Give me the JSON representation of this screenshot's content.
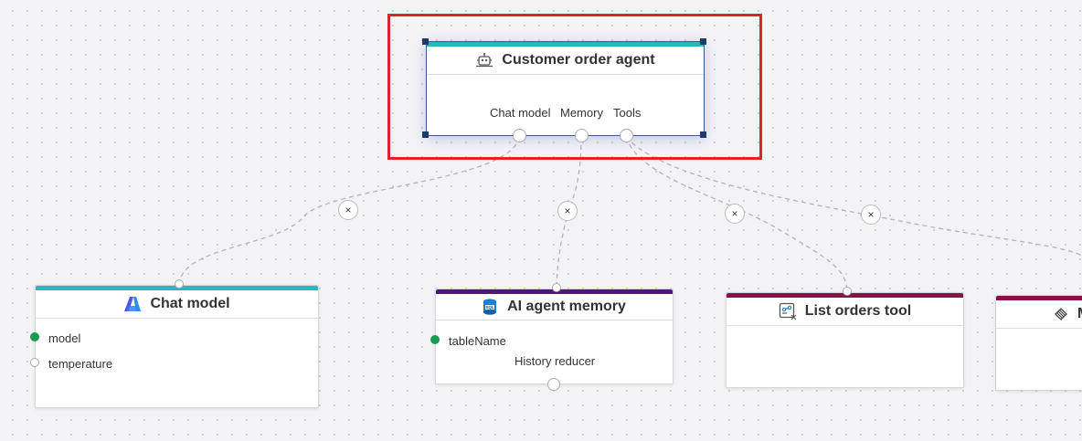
{
  "agent_node": {
    "title": "Customer order agent",
    "icon": "robot-agent-icon",
    "slots": [
      "Chat model",
      "Memory",
      "Tools"
    ],
    "accent_color": "#2bb5bf"
  },
  "chat_model_node": {
    "title": "Chat model",
    "icon": "azure-openai-icon",
    "params": [
      "model",
      "temperature"
    ],
    "accent_color": "#2bb5bf"
  },
  "memory_node": {
    "title": "AI agent memory",
    "icon": "sql-database-icon",
    "params": [
      "tableName"
    ],
    "footer_label": "History reducer",
    "accent_color": "#4b1a7a"
  },
  "list_orders_node": {
    "title": "List orders tool",
    "icon": "tool-function-icon",
    "accent_color": "#8a1045"
  },
  "partial_node": {
    "title": "M",
    "icon": "tool-icon",
    "accent_color": "#8a1045"
  },
  "edge_remove_label": "×",
  "colors": {
    "connected_port": "#1a9b52",
    "selection_outline": "#e0232a",
    "selection_handles": "#1e3a66"
  }
}
